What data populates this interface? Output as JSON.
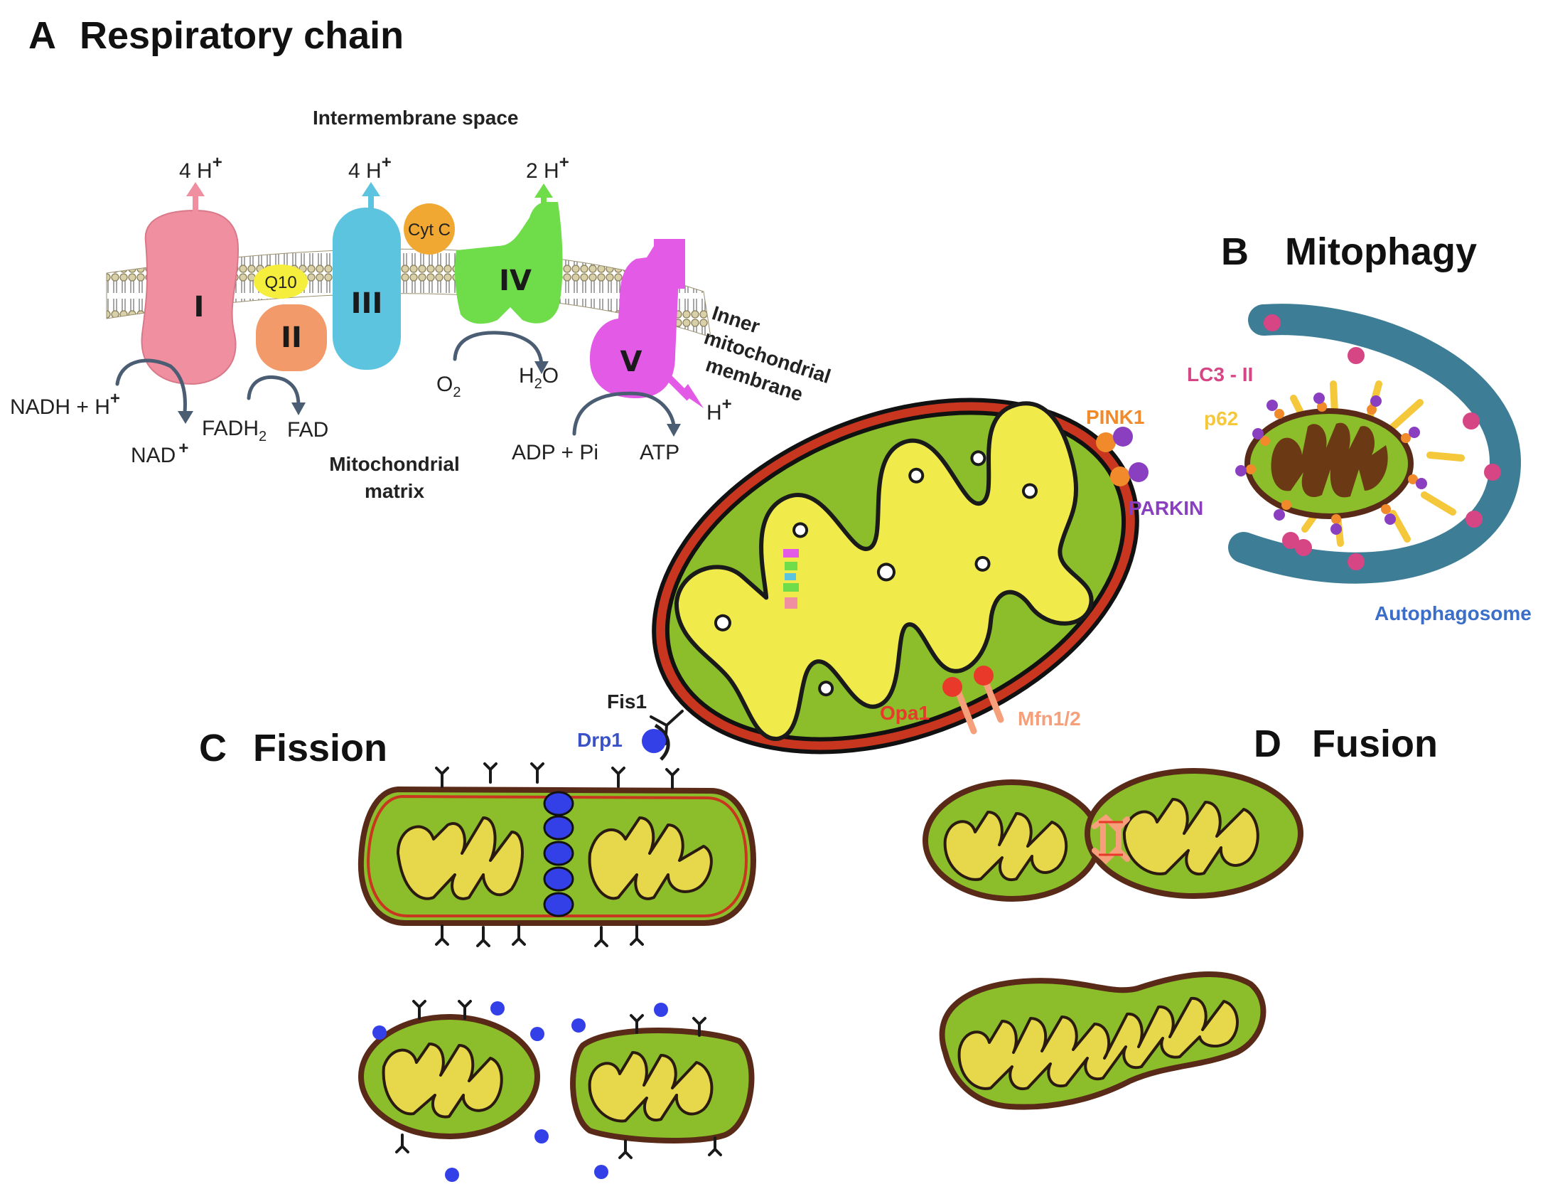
{
  "panels": {
    "a": {
      "letter": "A",
      "title": "Respiratory chain"
    },
    "b": {
      "letter": "B",
      "title": "Mitophagy"
    },
    "c": {
      "letter": "C",
      "title": "Fission"
    },
    "d": {
      "letter": "D",
      "title": "Fusion"
    }
  },
  "respiratory_chain": {
    "intermembrane": "Intermembrane space",
    "matrix_line1": "Mitochondrial",
    "matrix_line2": "matrix",
    "membrane_line1": "Inner",
    "membrane_line2": "mitochondrial",
    "membrane_line3": "membrane",
    "complexes": {
      "c1": "I",
      "c2": "II",
      "c3": "III",
      "c4": "IV",
      "c5": "V"
    },
    "q10": "Q10",
    "cytc": "Cyt C",
    "protons": {
      "c1_base": "4 H",
      "c3_base": "4 H",
      "c4_base": "2 H",
      "c5_base": "H",
      "sup": "+"
    },
    "substrates": {
      "nadh": "NADH + H",
      "nad": "NAD",
      "fadh2_base": "FADH",
      "fadh2_sub": "2",
      "fad": "FAD",
      "o2_base": "O",
      "o2_sub": "2",
      "h2o_h": "H",
      "h2o_sub": "2",
      "h2o_o": "O",
      "adp": "ADP + Pi",
      "atp": "ATP"
    }
  },
  "mitophagy": {
    "pink1": "PINK1",
    "parkin": "PARKIN",
    "lc3": "LC3 - II",
    "p62": "p62",
    "autophagosome": "Autophagosome"
  },
  "dynamics": {
    "fis1": "Fis1",
    "drp1": "Drp1",
    "opa1": "Opa1",
    "mfn": "Mfn1/2"
  },
  "colors": {
    "complex_I": "#ef8fa0",
    "complex_II": "#f29a6a",
    "complex_III": "#5cc4de",
    "complex_IV": "#6fdd4a",
    "complex_V": "#e35ae6",
    "q10": "#f6ee3c",
    "cytc": "#f0a832",
    "matrix": "#8bbe2a",
    "cristae": "#f0ea4a",
    "outer_membrane": "#c8361f",
    "autophagosome": "#3d7e96",
    "lc3": "#d64584",
    "p62": "#f5c73a",
    "pink1": "#f08a2a",
    "parkin": "#8a3fc0",
    "drp1": "#3340e8",
    "opa1": "#e8392a",
    "mfn": "#f5a07a"
  }
}
